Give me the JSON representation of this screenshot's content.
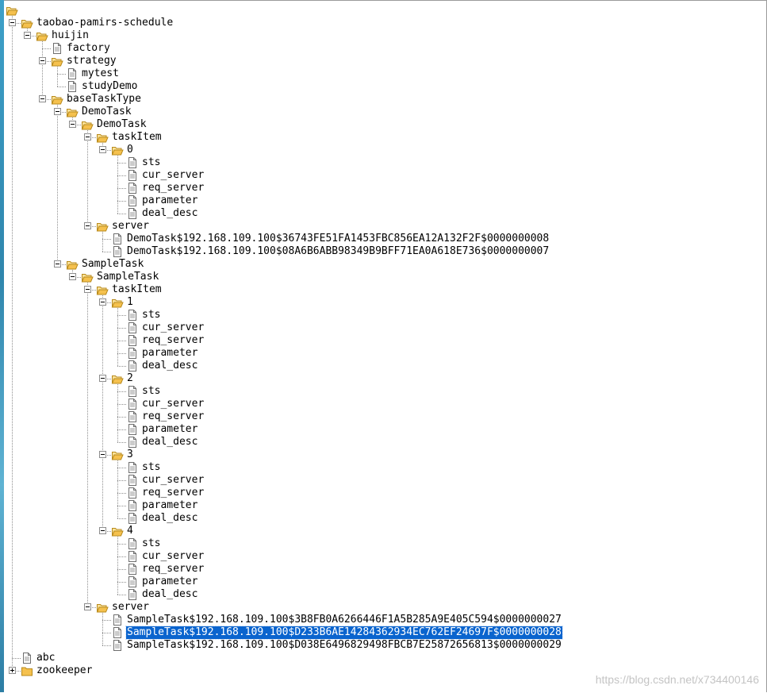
{
  "tree": {
    "nodes": [
      {
        "label": "",
        "level": 0,
        "kind": "root"
      },
      {
        "label": "taobao-pamirs-schedule",
        "level": 1,
        "kind": "folder-open"
      },
      {
        "label": "huijin",
        "level": 2,
        "kind": "folder-open"
      },
      {
        "label": "factory",
        "level": 3,
        "kind": "file"
      },
      {
        "label": "strategy",
        "level": 3,
        "kind": "folder-open"
      },
      {
        "label": "mytest",
        "level": 4,
        "kind": "file"
      },
      {
        "label": "studyDemo",
        "level": 4,
        "kind": "file"
      },
      {
        "label": "baseTaskType",
        "level": 3,
        "kind": "folder-open"
      },
      {
        "label": "DemoTask",
        "level": 4,
        "kind": "folder-open"
      },
      {
        "label": "DemoTask",
        "level": 5,
        "kind": "folder-open"
      },
      {
        "label": "taskItem",
        "level": 6,
        "kind": "folder-open"
      },
      {
        "label": "0",
        "level": 7,
        "kind": "folder-open"
      },
      {
        "label": "sts",
        "level": 8,
        "kind": "file"
      },
      {
        "label": "cur_server",
        "level": 8,
        "kind": "file"
      },
      {
        "label": "req_server",
        "level": 8,
        "kind": "file"
      },
      {
        "label": "parameter",
        "level": 8,
        "kind": "file"
      },
      {
        "label": "deal_desc",
        "level": 8,
        "kind": "file"
      },
      {
        "label": "server",
        "level": 6,
        "kind": "folder-open"
      },
      {
        "label": "DemoTask$192.168.109.100$36743FE51FA1453FBC856EA12A132F2F$0000000008",
        "level": 7,
        "kind": "file"
      },
      {
        "label": "DemoTask$192.168.109.100$08A6B6ABB98349B9BFF71EA0A618E736$0000000007",
        "level": 7,
        "kind": "file"
      },
      {
        "label": "SampleTask",
        "level": 4,
        "kind": "folder-open"
      },
      {
        "label": "SampleTask",
        "level": 5,
        "kind": "folder-open"
      },
      {
        "label": "taskItem",
        "level": 6,
        "kind": "folder-open"
      },
      {
        "label": "1",
        "level": 7,
        "kind": "folder-open"
      },
      {
        "label": "sts",
        "level": 8,
        "kind": "file"
      },
      {
        "label": "cur_server",
        "level": 8,
        "kind": "file"
      },
      {
        "label": "req_server",
        "level": 8,
        "kind": "file"
      },
      {
        "label": "parameter",
        "level": 8,
        "kind": "file"
      },
      {
        "label": "deal_desc",
        "level": 8,
        "kind": "file"
      },
      {
        "label": "2",
        "level": 7,
        "kind": "folder-open"
      },
      {
        "label": "sts",
        "level": 8,
        "kind": "file"
      },
      {
        "label": "cur_server",
        "level": 8,
        "kind": "file"
      },
      {
        "label": "req_server",
        "level": 8,
        "kind": "file"
      },
      {
        "label": "parameter",
        "level": 8,
        "kind": "file"
      },
      {
        "label": "deal_desc",
        "level": 8,
        "kind": "file"
      },
      {
        "label": "3",
        "level": 7,
        "kind": "folder-open"
      },
      {
        "label": "sts",
        "level": 8,
        "kind": "file"
      },
      {
        "label": "cur_server",
        "level": 8,
        "kind": "file"
      },
      {
        "label": "req_server",
        "level": 8,
        "kind": "file"
      },
      {
        "label": "parameter",
        "level": 8,
        "kind": "file"
      },
      {
        "label": "deal_desc",
        "level": 8,
        "kind": "file"
      },
      {
        "label": "4",
        "level": 7,
        "kind": "folder-open"
      },
      {
        "label": "sts",
        "level": 8,
        "kind": "file"
      },
      {
        "label": "cur_server",
        "level": 8,
        "kind": "file"
      },
      {
        "label": "req_server",
        "level": 8,
        "kind": "file"
      },
      {
        "label": "parameter",
        "level": 8,
        "kind": "file"
      },
      {
        "label": "deal_desc",
        "level": 8,
        "kind": "file"
      },
      {
        "label": "server",
        "level": 6,
        "kind": "folder-open"
      },
      {
        "label": "SampleTask$192.168.109.100$3B8FB0A6266446F1A5B285A9E405C594$0000000027",
        "level": 7,
        "kind": "file"
      },
      {
        "label": "SampleTask$192.168.109.100$D233B6AE14284362934EC762EF24697F$0000000028",
        "level": 7,
        "kind": "file",
        "selected": true
      },
      {
        "label": "SampleTask$192.168.109.100$D038E6496829498FBCB7E25872656813$0000000029",
        "level": 7,
        "kind": "file"
      },
      {
        "label": "abc",
        "level": 1,
        "kind": "file"
      },
      {
        "label": "zookeeper",
        "level": 1,
        "kind": "folder-closed"
      }
    ]
  },
  "colors": {
    "selection": "#0a64ce",
    "connector": "#8f8f8f",
    "folder": "#f5c14e"
  },
  "watermark": "https://blog.csdn.net/x734400146"
}
